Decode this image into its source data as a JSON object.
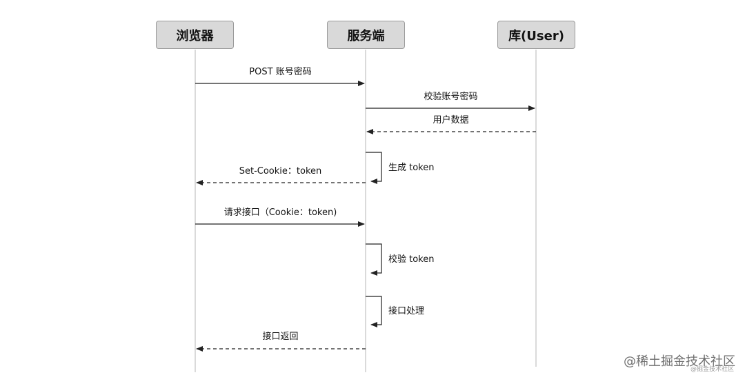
{
  "actors": [
    {
      "id": "browser",
      "label": "浏览器"
    },
    {
      "id": "server",
      "label": "服务端"
    },
    {
      "id": "db",
      "label": "库(User)"
    }
  ],
  "messages": [
    {
      "from": "browser",
      "to": "server",
      "style": "solid",
      "label": "POST 账号密码"
    },
    {
      "from": "server",
      "to": "db",
      "style": "solid",
      "label": "校验账号密码"
    },
    {
      "from": "db",
      "to": "server",
      "style": "dashed",
      "label": "用户数据"
    },
    {
      "from": "server",
      "to": "server",
      "style": "self",
      "label": "生成 token"
    },
    {
      "from": "server",
      "to": "browser",
      "style": "dashed",
      "label": "Set-Cookie：token"
    },
    {
      "from": "browser",
      "to": "server",
      "style": "solid",
      "label": "请求接口（Cookie：token)"
    },
    {
      "from": "server",
      "to": "server",
      "style": "self",
      "label": "校验 token"
    },
    {
      "from": "server",
      "to": "server",
      "style": "self",
      "label": "接口处理"
    },
    {
      "from": "server",
      "to": "browser",
      "style": "dashed",
      "label": "接口返回"
    }
  ],
  "watermark": {
    "text": "@稀土掘金技术社区",
    "subtext": "@掘金技术社区"
  },
  "colors": {
    "actor_fill": "#d9d9d9",
    "actor_border": "#9a9a9a",
    "line": "#222222",
    "lifeline": "#b5b5b5"
  }
}
